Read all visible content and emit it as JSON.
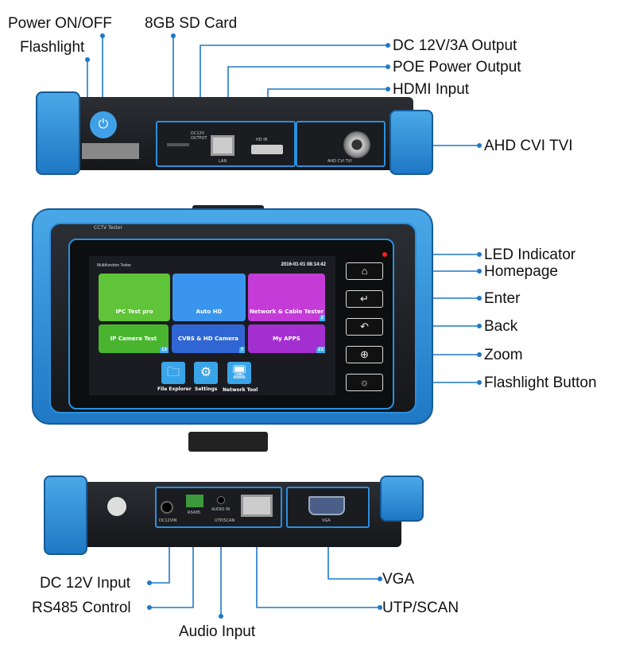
{
  "labels": {
    "power": "Power ON/OFF",
    "flashlight": "Flashlight",
    "sd_card": "8GB SD Card",
    "dc_output": "DC 12V/3A Output",
    "poe": "POE Power Output",
    "hdmi": "HDMI Input",
    "ahd": "AHD CVI TVI",
    "led": "LED Indicator",
    "homepage": "Homepage",
    "enter": "Enter",
    "back": "Back",
    "zoom": "Zoom",
    "flash_button": "Flashlight Button",
    "dc_input": "DC 12V Input",
    "rs485": "RS485 Control",
    "audio": "Audio Input",
    "vga": "VGA",
    "utp": "UTP/SCAN"
  },
  "device": {
    "brand": "CCTV Tester",
    "top_ports": {
      "dc_out": "DC12V OUTPUT",
      "lan": "LAN",
      "hd_in": "HD IN",
      "bnc": "AHD CVI TVI"
    },
    "bottom_ports": {
      "dc_in": "DC12VIN",
      "rs485": "RS485",
      "audio_in": "AUDIO IN",
      "utp": "UTP/SCAN",
      "vga": "VGA"
    }
  },
  "screen": {
    "title": "Multifunction Tester",
    "datetime": "2016-01-01 08:14:42",
    "tiles": [
      {
        "label": "IPC Test pro",
        "color": "#5fc437"
      },
      {
        "label": "Auto HD",
        "color": "#3a95ee"
      },
      {
        "label": "Network & Cable Tester",
        "color": "#c43bd8",
        "badge": "2"
      },
      {
        "label": "IP Camera Test",
        "color": "#49b52f",
        "badge": "13"
      },
      {
        "label": "CVBS & HD Camera",
        "color": "#2f66d4",
        "badge": "7"
      },
      {
        "label": "My APPS",
        "color": "#a42fd0",
        "badge": "21"
      }
    ],
    "apps": [
      {
        "label": "File Explorer"
      },
      {
        "label": "Settings"
      },
      {
        "label": "Network Tool"
      }
    ]
  },
  "accent": "#1f7fd0"
}
